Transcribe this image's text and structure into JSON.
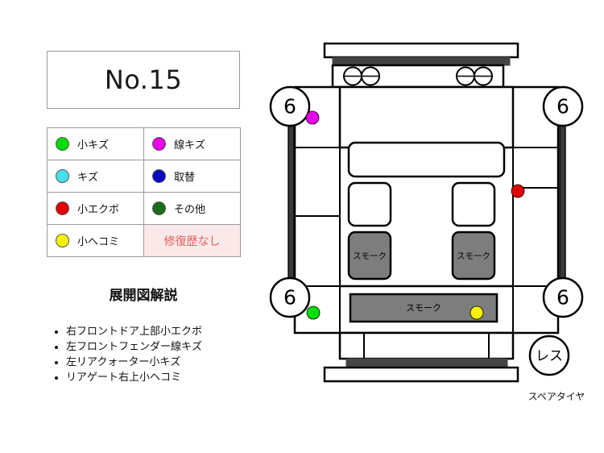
{
  "header": {
    "number_label": "No.15"
  },
  "legend": {
    "rows": [
      {
        "left": {
          "color": "#00dd00",
          "label": "小キズ"
        },
        "right": {
          "color": "#e800e8",
          "label": "線キズ"
        }
      },
      {
        "left": {
          "color": "#45e0ea",
          "label": "キズ"
        },
        "right": {
          "color": "#0a0ac0",
          "label": "取替"
        }
      },
      {
        "left": {
          "color": "#e00000",
          "label": "小エクボ"
        },
        "right": {
          "color": "#1a6b1a",
          "label": "その他"
        }
      },
      {
        "left": {
          "color": "#f7f200",
          "label": "小へコミ"
        },
        "right": {
          "color": "#fbe9e9",
          "label": "修復歴なし",
          "is_text": true
        }
      }
    ]
  },
  "explain": {
    "title": "展開図解説",
    "items": [
      "右フロントドア上部小エクボ",
      "左フロントフェンダー線キズ",
      "左リアクォーター小キズ",
      "リアゲート右上小ヘコミ"
    ]
  },
  "diagram": {
    "wheel_labels": [
      "6",
      "6",
      "6",
      "6"
    ],
    "spare": {
      "circle_label": "レス",
      "caption": "スペアタイヤ"
    },
    "glass_labels": [
      "スモーク",
      "スモーク",
      "スモーク"
    ],
    "markers": [
      {
        "name": "left-front-fender-line-scratch",
        "color": "#e800e8"
      },
      {
        "name": "right-front-door-small-dent",
        "color": "#e00000"
      },
      {
        "name": "left-rear-quarter-small-scratch",
        "color": "#00dd00"
      },
      {
        "name": "rear-gate-upper-right-small-dent",
        "color": "#f7f200"
      }
    ],
    "colors": {
      "outline": "#000000",
      "glass_fill": "#7d7d7d",
      "bumper_strip": "#444444",
      "body_fill": "#ffffff"
    }
  }
}
